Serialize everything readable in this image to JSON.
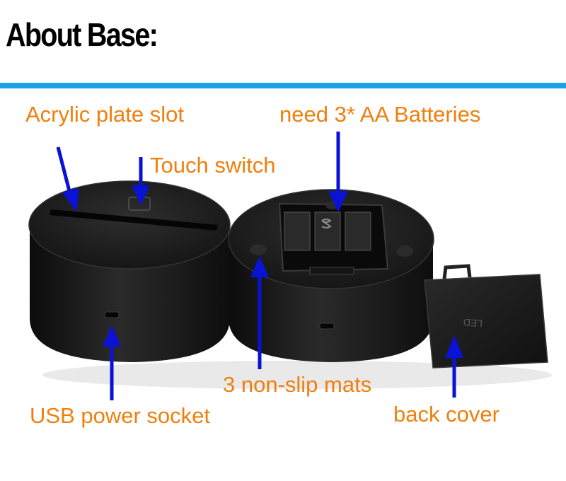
{
  "header": {
    "title": "About Base:"
  },
  "labels": {
    "acrylic": "Acrylic plate slot",
    "touch": "Touch switch",
    "batteries": "need 3* AA Batteries",
    "mats": "3 non-slip mats",
    "usb": "USB power socket",
    "cover": "back cover"
  },
  "cover_mark": "LED",
  "colors": {
    "rule": "#1aa3e8",
    "label": "#f07f0d",
    "arrow": "#0a12d6",
    "base": "#151515"
  }
}
